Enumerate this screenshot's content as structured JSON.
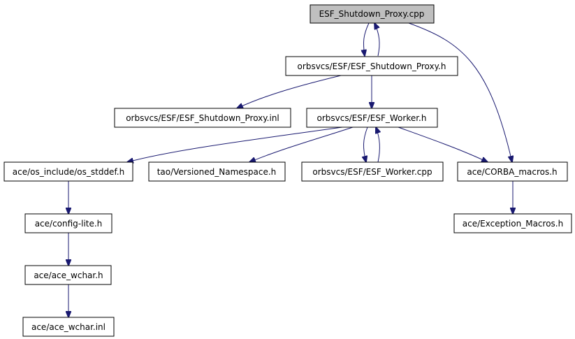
{
  "diagram": {
    "colors": {
      "edge": "#191970",
      "root_fill": "#bfbfbf",
      "node_fill": "#ffffff",
      "border": "#000000"
    },
    "nodes": [
      {
        "id": "esf_shutdown_proxy_cpp",
        "label": "ESF_Shutdown_Proxy.cpp",
        "root": true
      },
      {
        "id": "esf_shutdown_proxy_h",
        "label": "orbsvcs/ESF/ESF_Shutdown_Proxy.h"
      },
      {
        "id": "esf_shutdown_proxy_inl",
        "label": "orbsvcs/ESF/ESF_Shutdown_Proxy.inl"
      },
      {
        "id": "esf_worker_h",
        "label": "orbsvcs/ESF/ESF_Worker.h"
      },
      {
        "id": "os_stddef_h",
        "label": "ace/os_include/os_stddef.h"
      },
      {
        "id": "versioned_namespace_h",
        "label": "tao/Versioned_Namespace.h"
      },
      {
        "id": "esf_worker_cpp",
        "label": "orbsvcs/ESF/ESF_Worker.cpp"
      },
      {
        "id": "corba_macros_h",
        "label": "ace/CORBA_macros.h"
      },
      {
        "id": "config_lite_h",
        "label": "ace/config-lite.h"
      },
      {
        "id": "exception_macros_h",
        "label": "ace/Exception_Macros.h"
      },
      {
        "id": "ace_wchar_h",
        "label": "ace/ace_wchar.h"
      },
      {
        "id": "ace_wchar_inl",
        "label": "ace/ace_wchar.inl"
      }
    ],
    "edges": [
      {
        "from": "esf_shutdown_proxy_cpp",
        "to": "esf_shutdown_proxy_h"
      },
      {
        "from": "esf_shutdown_proxy_h",
        "to": "esf_shutdown_proxy_cpp"
      },
      {
        "from": "esf_shutdown_proxy_cpp",
        "to": "corba_macros_h"
      },
      {
        "from": "esf_shutdown_proxy_h",
        "to": "esf_shutdown_proxy_inl"
      },
      {
        "from": "esf_shutdown_proxy_h",
        "to": "esf_worker_h"
      },
      {
        "from": "esf_worker_h",
        "to": "os_stddef_h"
      },
      {
        "from": "esf_worker_h",
        "to": "versioned_namespace_h"
      },
      {
        "from": "esf_worker_h",
        "to": "esf_worker_cpp"
      },
      {
        "from": "esf_worker_cpp",
        "to": "esf_worker_h"
      },
      {
        "from": "esf_worker_h",
        "to": "corba_macros_h"
      },
      {
        "from": "os_stddef_h",
        "to": "config_lite_h"
      },
      {
        "from": "config_lite_h",
        "to": "ace_wchar_h"
      },
      {
        "from": "ace_wchar_h",
        "to": "ace_wchar_inl"
      },
      {
        "from": "corba_macros_h",
        "to": "exception_macros_h"
      }
    ]
  }
}
